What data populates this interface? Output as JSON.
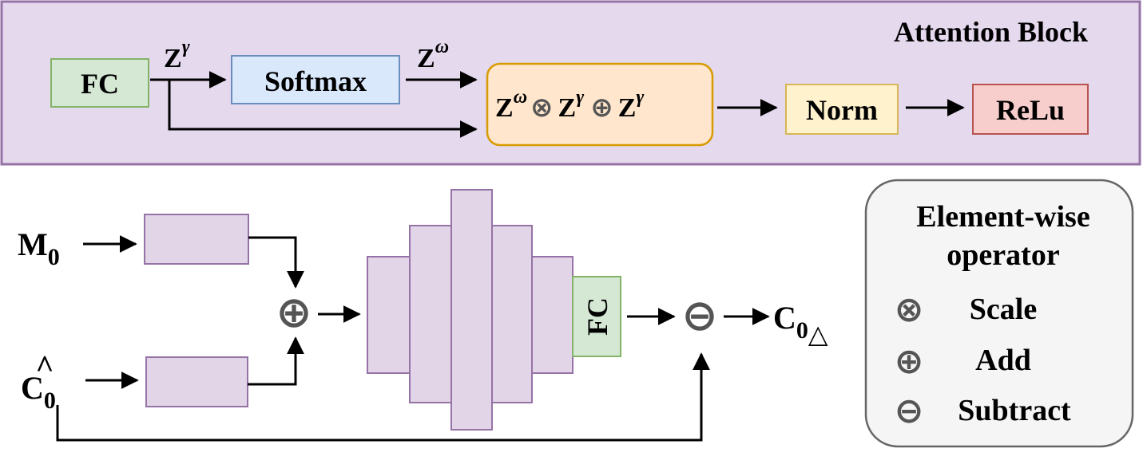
{
  "attention": {
    "title": "Attention Block",
    "fc": "FC",
    "softmax": "Softmax",
    "z_gamma_base": "Z",
    "z_gamma_sup": "γ",
    "z_omega_base": "Z",
    "z_omega_sup": "ω",
    "combine": {
      "t1": "Z",
      "s1": "ω",
      "op1": "⊗",
      "t2": "Z",
      "s2": "γ",
      "op2": "⊕",
      "t3": "Z",
      "s3": "γ"
    },
    "norm": "Norm",
    "relu": "ReLu"
  },
  "network": {
    "m0_base": "M",
    "m0_sub": "0",
    "c0hat_base": "C",
    "c0hat_hat": "^",
    "c0hat_sub": "0",
    "add_op": "⊕",
    "fc": "FC",
    "sub_op": "⊖",
    "out_base": "C",
    "out_sub": "0",
    "out_sub2": "△"
  },
  "legend": {
    "title_line1": "Element-wise",
    "title_line2": "operator",
    "items": [
      {
        "symbol": "⊗",
        "label": "Scale"
      },
      {
        "symbol": "⊕",
        "label": "Add"
      },
      {
        "symbol": "⊖",
        "label": "Subtract"
      }
    ]
  },
  "colors": {
    "attention_bg": "#e5d9ee",
    "attention_border": "#9673a6",
    "fc_fill": "#d5e8d4",
    "fc_border": "#82b366",
    "softmax_fill": "#dae8fc",
    "softmax_border": "#6c8ebf",
    "combine_fill": "#ffe6cc",
    "combine_border": "#d79b00",
    "norm_fill": "#fff2cc",
    "norm_border": "#d6b656",
    "relu_fill": "#f8cecc",
    "relu_border": "#b85450",
    "block_fill": "#e1d5e7",
    "block_border": "#9673a6",
    "legend_fill": "#f5f5f5",
    "legend_border": "#666666",
    "operator": "#555555"
  }
}
